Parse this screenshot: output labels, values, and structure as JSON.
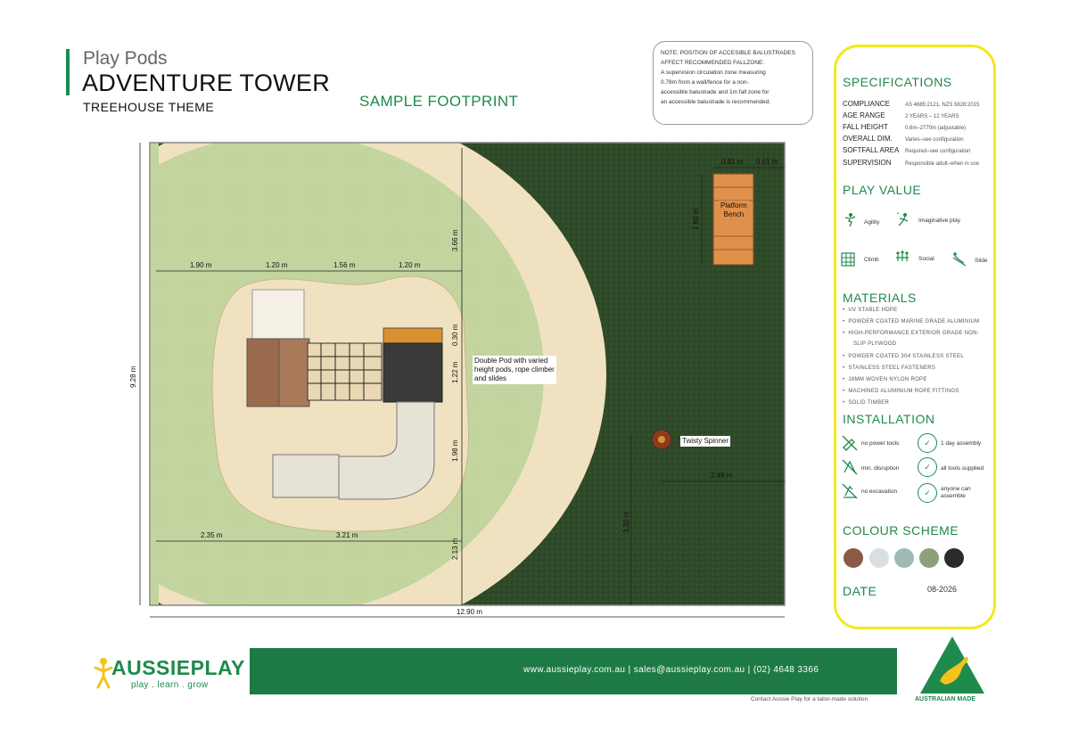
{
  "header": {
    "subtitle": "Play Pods",
    "title": "ADVENTURE TOWER",
    "theme": "TREEHOUSE THEME",
    "footprint_label": "SAMPLE FOOTPRINT"
  },
  "note": {
    "lines": [
      "NOTE: POSITION OF ACCESIBLE BALUSTRADES",
      "AFFECT RECOMMENDED FALLZONE:",
      "A supervision circulation zone measuring",
      "0.78m from a wall/fence for a non-",
      "accessible balustrade and 1m fall zone for",
      "an accessible balustrade is recommended."
    ]
  },
  "diagram": {
    "dims": {
      "d1": "1.90 m",
      "d2": "1.20 m",
      "d3": "1.56 m",
      "d4": "1.20 m",
      "d5": "3.66 m",
      "d6": "0.30 m",
      "d7": "1.22 m",
      "d8": "1.98 m",
      "d9": "2.35 m",
      "d10": "3.21 m",
      "d11": "2.13 m",
      "d12": "3.32 m",
      "d13": "9.28 m",
      "d14": "12.90 m",
      "d15": "0.81 m",
      "d16": "0.61 m",
      "d17": "1.60 m",
      "d18": "2.49 m"
    },
    "callouts": {
      "pod": [
        "Double Pod with varied",
        "height pods, rope climber",
        "and slides"
      ],
      "bench": [
        "Platform",
        "Bench"
      ],
      "spinner": "Twisty Spinner"
    }
  },
  "specs": {
    "title": "SPECIFICATIONS",
    "rows": [
      {
        "k": "COMPLIANCE",
        "v": "AS 4685:2121, NZS 5828:2015"
      },
      {
        "k": "AGE RANGE",
        "v": "2 YEARS – 12 YEARS"
      },
      {
        "k": "FALL HEIGHT",
        "v": "0,6m–2770m (adjustable)"
      },
      {
        "k": "OVERALL DIM.",
        "v": "Varies–see configuration"
      },
      {
        "k": "SOFTFALL AREA",
        "v": "Required–see configuration"
      },
      {
        "k": "SUPERVISION",
        "v": "Responsible adult–when in use"
      }
    ]
  },
  "play_value": {
    "title": "PLAY VALUE",
    "items": [
      "Agility",
      "Imaginative play",
      "Climb",
      "Social",
      "Slide"
    ]
  },
  "materials": {
    "title": "MATERIALS",
    "items": [
      "UV STABLE HDPE",
      "POWDER COATED MARINE GRADE ALUMINIUM",
      "HIGH-PERFORMANCE EXTERIOR GRADE NON-",
      "SLIP PLYWOOD",
      "POWDER COATED 304 STAINLESS STEEL",
      "STAINLESS STEEL FASTENERS",
      "16MM WOVEN NYLON ROPE",
      "MACHINED ALUMINIUM ROPE FITTINGS",
      "SOLID TIMBER"
    ]
  },
  "installation": {
    "title": "INSTALLATION",
    "items": [
      "no power tools",
      "1 day assembly",
      "min. disruption",
      "all tools supplied",
      "no excavation",
      "anyone can assemble"
    ]
  },
  "colour_scheme": {
    "title": "COLOUR SCHEME",
    "swatches": [
      "#8a5a44",
      "#d7dee4",
      "#9fb9b4",
      "#8f9f7a",
      "#2b2b2b"
    ]
  },
  "date": {
    "label": "DATE",
    "value": "08-2026"
  },
  "footer": {
    "contact_line": "www.aussieplay.com.au   |   sales@aussieplay.com.au   |   (02) 4648 3366",
    "tailor": "Contact Aussie Play for a tailor-made solution",
    "logo": "AUSSIEPLAY",
    "tagline": "play . learn . grow",
    "made": "AUSTRALIAN MADE"
  },
  "colors": {
    "brand_green": "#1e8a4c",
    "accent_yellow": "#f3e81e",
    "turf_dark": "#2f4a28",
    "turf_light": "#c4d5a0",
    "sand": "#f0e2c0"
  }
}
